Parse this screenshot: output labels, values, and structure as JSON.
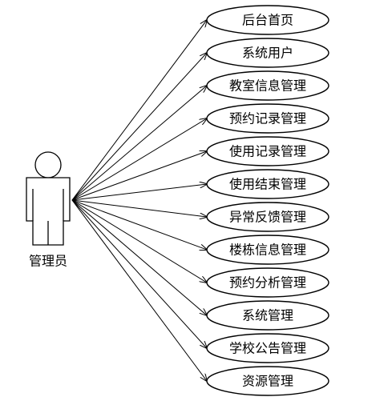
{
  "actor": {
    "label": "管理员"
  },
  "use_cases": [
    {
      "label": "后台首页"
    },
    {
      "label": "系统用户"
    },
    {
      "label": "教室信息管理"
    },
    {
      "label": "预约记录管理"
    },
    {
      "label": "使用记录管理"
    },
    {
      "label": "使用结束管理"
    },
    {
      "label": "异常反馈管理"
    },
    {
      "label": "楼栋信息管理"
    },
    {
      "label": "预约分析管理"
    },
    {
      "label": "系统管理"
    },
    {
      "label": "学校公告管理"
    },
    {
      "label": "资源管理"
    }
  ]
}
